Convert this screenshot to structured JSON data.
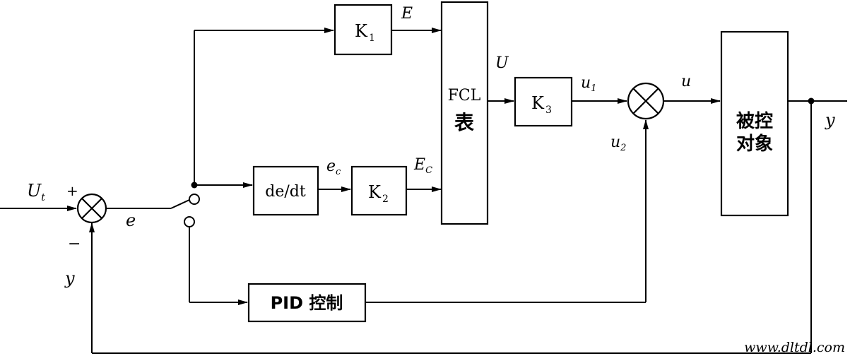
{
  "blocks": {
    "k1": {
      "main": "K",
      "sub": "1"
    },
    "k2": {
      "main": "K",
      "sub": "2"
    },
    "k3": {
      "main": "K",
      "sub": "3"
    },
    "fcl": {
      "line1": "FCL",
      "line2": "表"
    },
    "derivative": {
      "label": "de/dt"
    },
    "pid": {
      "label": "PID 控制"
    },
    "plant": {
      "line1": "被控",
      "line2": "对象"
    }
  },
  "signals": {
    "ut": {
      "main": "U",
      "sub": "t"
    },
    "e": "e",
    "E": "E",
    "U": "U",
    "ec": {
      "main": "e",
      "sub": "c"
    },
    "Ec": {
      "main": "E",
      "sub": "C"
    },
    "u1": {
      "main": "u",
      "sub": "1"
    },
    "u2": {
      "main": "u",
      "sub": "2"
    },
    "u": "u",
    "y_out": "y",
    "y_fb": "y"
  },
  "signs": {
    "plus": "+",
    "minus": "−"
  },
  "watermark": "www.dltdl.com"
}
